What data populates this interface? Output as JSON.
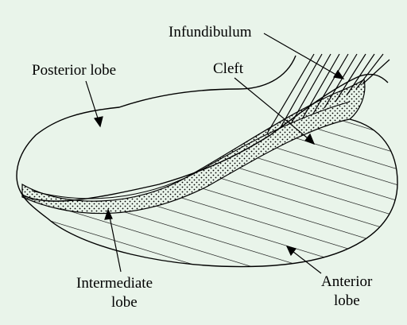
{
  "diagram": {
    "labels": {
      "infundibulum": "Infundibulum",
      "posterior_lobe": "Posterior lobe",
      "cleft": "Cleft",
      "intermediate_lobe_line1": "Intermediate",
      "intermediate_lobe_line2": "lobe",
      "anterior_lobe_line1": "Anterior",
      "anterior_lobe_line2": "lobe"
    },
    "colors": {
      "background": "#e9f4ea",
      "ink": "#000000"
    }
  }
}
